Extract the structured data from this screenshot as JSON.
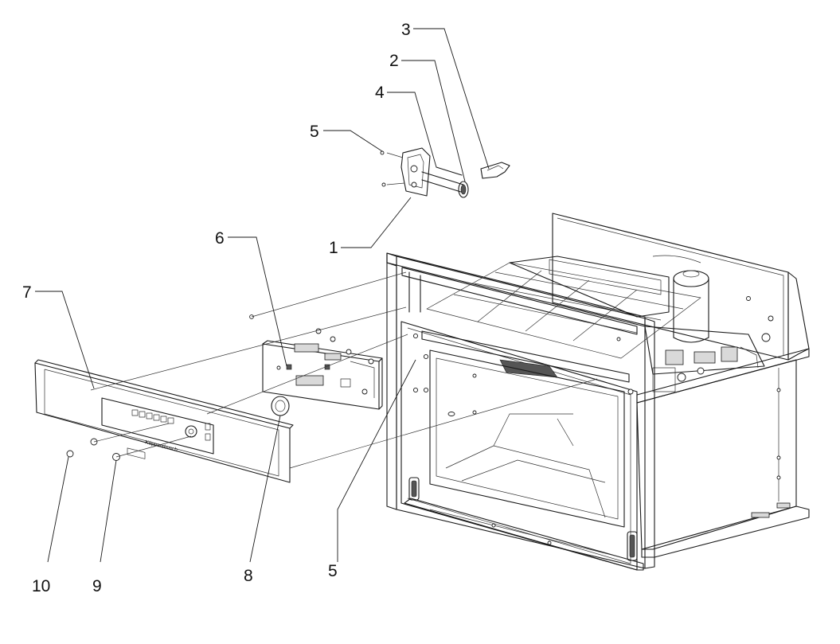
{
  "diagram": {
    "callouts": [
      {
        "id": "c3",
        "label": "3"
      },
      {
        "id": "c2",
        "label": "2"
      },
      {
        "id": "c4",
        "label": "4"
      },
      {
        "id": "c5a",
        "label": "5"
      },
      {
        "id": "c1",
        "label": "1"
      },
      {
        "id": "c6",
        "label": "6"
      },
      {
        "id": "c7",
        "label": "7"
      },
      {
        "id": "c10",
        "label": "10"
      },
      {
        "id": "c9",
        "label": "9"
      },
      {
        "id": "c8",
        "label": "8"
      },
      {
        "id": "c5b",
        "label": "5"
      }
    ],
    "brand_text": "Küppersbusch"
  }
}
